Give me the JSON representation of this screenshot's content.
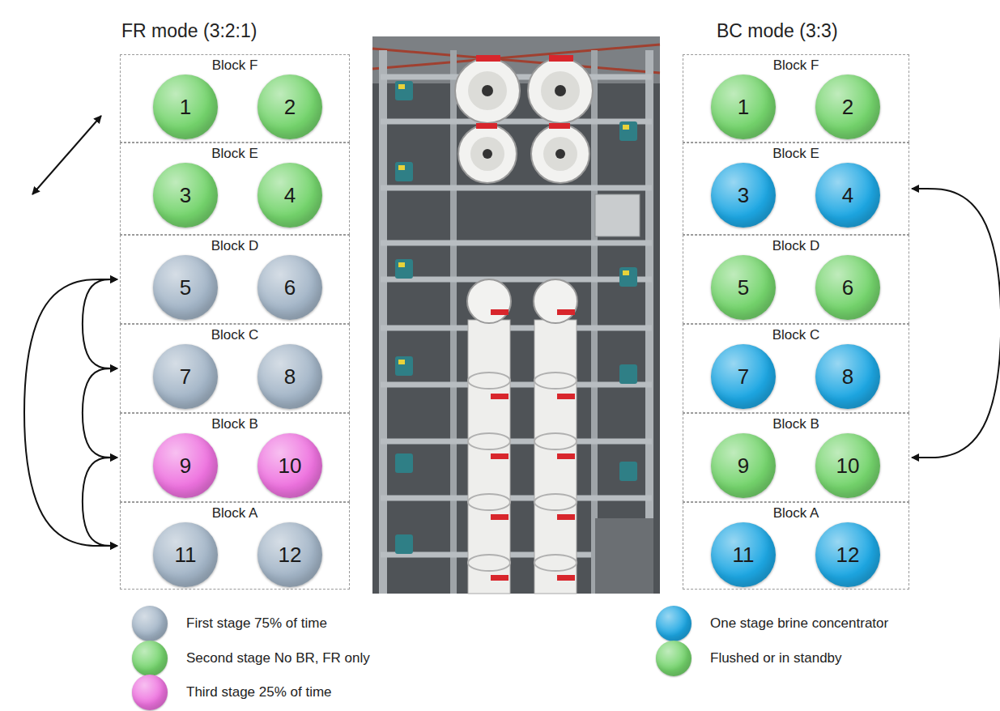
{
  "diagram": {
    "nodes": [
      {
        "text": [
          "Block F"
        ]
      },
      {
        "text": [
          "1"
        ],
        "in": 0
      },
      {
        "text": [
          "2"
        ],
        "in": 0
      },
      {
        "text": [
          "Block E"
        ]
      },
      {
        "text": [
          "3"
        ],
        "in": 3
      },
      {
        "text": [
          "4"
        ],
        "in": 3
      },
      {
        "text": [
          "Block D"
        ]
      },
      {
        "text": [
          "5"
        ],
        "in": 6
      },
      {
        "text": [
          "6"
        ],
        "in": 6
      },
      {
        "text": [
          "Block C"
        ]
      },
      {
        "text": [
          "7"
        ],
        "in": 9
      },
      {
        "text": [
          "8"
        ],
        "in": 9
      },
      {
        "text": [
          "Block B"
        ]
      },
      {
        "text": [
          "9"
        ],
        "in": 12
      },
      {
        "text": [
          "10"
        ],
        "in": 12
      },
      {
        "text": [
          "Block A"
        ]
      },
      {
        "text": [
          "11"
        ],
        "in": 15
      },
      {
        "text": [
          "12"
        ],
        "in": 15
      },
      {
        "text": [
          "Block F"
        ]
      },
      {
        "text": [
          "1"
        ],
        "in": 18
      },
      {
        "text": [
          "2"
        ],
        "in": 18
      },
      {
        "text": [
          "Block E"
        ]
      },
      {
        "text": [
          "3"
        ],
        "in": 21
      },
      {
        "text": [
          "4"
        ],
        "in": 21
      },
      {
        "text": [
          "Block D"
        ]
      },
      {
        "text": [
          "5"
        ],
        "in": 24
      },
      {
        "text": [
          "6"
        ],
        "in": 24
      },
      {
        "text": [
          "Block C"
        ]
      },
      {
        "text": [
          "7"
        ],
        "in": 27
      },
      {
        "text": [
          "8"
        ],
        "in": 27
      },
      {
        "text": [
          "Block B"
        ]
      },
      {
        "text": [
          "9"
        ],
        "in": 30
      },
      {
        "text": [
          "10"
        ],
        "in": 30
      },
      {
        "text": [
          "Block A"
        ]
      },
      {
        "text": [
          "11"
        ],
        "in": 33
      },
      {
        "text": [
          "12"
        ],
        "in": 33
      }
    ],
    "edges": [
      {
        "from": 6,
        "to": 9,
        "arrow": "both"
      },
      {
        "from": 9,
        "to": 12,
        "arrow": "both"
      },
      {
        "from": 12,
        "to": 15,
        "arrow": "both"
      },
      {
        "from": 6,
        "to": 15,
        "arrow": "both"
      },
      {
        "from": 21,
        "to": 30,
        "arrow": "both"
      }
    ],
    "labels": [
      "FR mode (3:2:1)",
      "BC mode (3:3)"
    ],
    "legend": [
      {
        "text": "First stage 75% of time",
        "color": "#a3b5c7"
      },
      {
        "text": "Second stage No BR, FR only",
        "color": "#74d46c"
      },
      {
        "text": "Third stage 25% of time",
        "color": "#ee72df"
      },
      {
        "text": "One stage brine concentrator",
        "color": "#1da7e3"
      },
      {
        "text": "Flushed or in standby",
        "color": "#74d46c"
      }
    ]
  }
}
